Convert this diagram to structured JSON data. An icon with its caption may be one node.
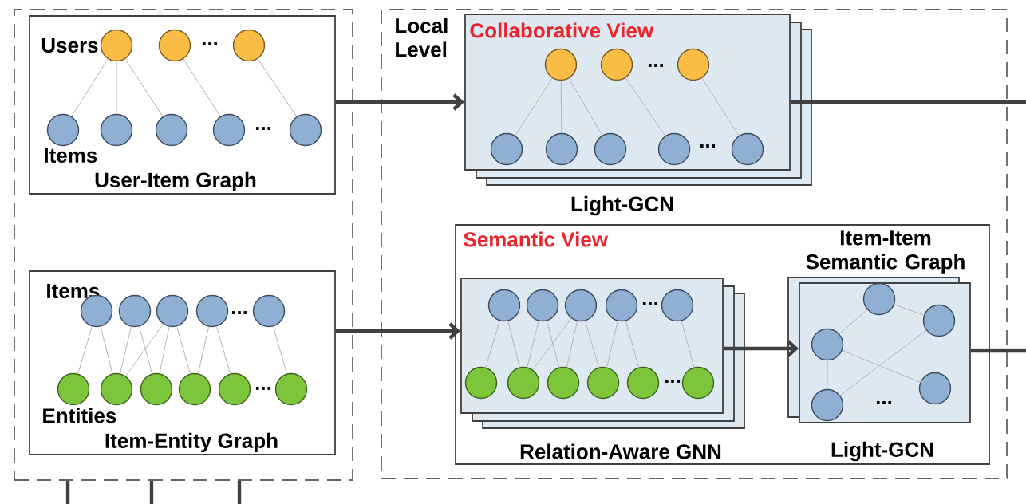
{
  "diagram": {
    "nodes": [
      {
        "text": [],
        "shape": "box"
      },
      {
        "text": [
          "Users",
          "Items",
          "User-Item Graph"
        ],
        "in": 0
      },
      {
        "text": [],
        "shape": "circle",
        "in": 1
      },
      {
        "text": [],
        "shape": "circle",
        "in": 1
      },
      {
        "text": [],
        "shape": "circle",
        "in": 1
      },
      {
        "text": [],
        "shape": "circle",
        "in": 1
      },
      {
        "text": [],
        "shape": "circle",
        "in": 1
      },
      {
        "text": [],
        "shape": "circle",
        "in": 1
      },
      {
        "text": [],
        "shape": "circle",
        "in": 1
      },
      {
        "text": [],
        "shape": "circle",
        "in": 1
      },
      {
        "text": [
          "Items",
          "Entities",
          "Item-Entity Graph"
        ],
        "in": 0
      },
      {
        "text": [],
        "shape": "circle",
        "in": 10
      },
      {
        "text": [],
        "shape": "circle",
        "in": 10
      },
      {
        "text": [],
        "shape": "circle",
        "in": 10
      },
      {
        "text": [],
        "shape": "circle",
        "in": 10
      },
      {
        "text": [],
        "shape": "circle",
        "in": 10
      },
      {
        "text": [],
        "shape": "circle",
        "in": 10
      },
      {
        "text": [],
        "shape": "circle",
        "in": 10
      },
      {
        "text": [],
        "shape": "circle",
        "in": 10
      },
      {
        "text": [],
        "shape": "circle",
        "in": 10
      },
      {
        "text": [],
        "shape": "circle",
        "in": 10
      },
      {
        "text": [],
        "shape": "circle",
        "in": 10
      },
      {
        "text": [
          "Local Level"
        ]
      },
      {
        "text": [
          "Collaborative View"
        ],
        "beside": [
          "Light-GCN"
        ],
        "in": 22
      },
      {
        "text": [],
        "shape": "circle",
        "in": 23
      },
      {
        "text": [],
        "shape": "circle",
        "in": 23
      },
      {
        "text": [],
        "shape": "circle",
        "in": 23
      },
      {
        "text": [],
        "shape": "circle",
        "in": 23
      },
      {
        "text": [],
        "shape": "circle",
        "in": 23
      },
      {
        "text": [],
        "shape": "circle",
        "in": 23
      },
      {
        "text": [],
        "shape": "circle",
        "in": 23
      },
      {
        "text": [],
        "shape": "circle",
        "in": 23
      },
      {
        "text": [
          "Semantic View"
        ],
        "in": 22
      },
      {
        "text": [],
        "shape": "box",
        "beside": [
          "Relation-Aware GNN"
        ],
        "in": 32
      },
      {
        "text": [],
        "shape": "circle",
        "in": 33
      },
      {
        "text": [],
        "shape": "circle",
        "in": 33
      },
      {
        "text": [],
        "shape": "circle",
        "in": 33
      },
      {
        "text": [],
        "shape": "circle",
        "in": 33
      },
      {
        "text": [],
        "shape": "circle",
        "in": 33
      },
      {
        "text": [],
        "shape": "circle",
        "in": 33
      },
      {
        "text": [],
        "shape": "circle",
        "in": 33
      },
      {
        "text": [],
        "shape": "circle",
        "in": 33
      },
      {
        "text": [],
        "shape": "circle",
        "in": 33
      },
      {
        "text": [],
        "shape": "circle",
        "in": 33
      },
      {
        "text": [],
        "shape": "circle",
        "in": 33
      },
      {
        "text": [
          "Item-Item Semantic Graph"
        ],
        "beside": [
          "Light-GCN"
        ],
        "in": 32
      },
      {
        "text": [],
        "shape": "circle",
        "in": 45
      },
      {
        "text": [],
        "shape": "circle",
        "in": 45
      },
      {
        "text": [],
        "shape": "circle",
        "in": 45
      },
      {
        "text": [],
        "shape": "circle",
        "in": 45
      },
      {
        "text": [],
        "shape": "circle",
        "in": 45
      }
    ],
    "edges": [
      {
        "from": 2,
        "to": 5,
        "arrow": "none"
      },
      {
        "from": 2,
        "to": 6,
        "arrow": "none"
      },
      {
        "from": 2,
        "to": 7,
        "arrow": "none"
      },
      {
        "from": 3,
        "to": 8,
        "arrow": "none"
      },
      {
        "from": 4,
        "to": 9,
        "arrow": "none"
      },
      {
        "from": 11,
        "to": 16,
        "arrow": "none"
      },
      {
        "from": 11,
        "to": 17,
        "arrow": "none"
      },
      {
        "from": 12,
        "to": 17,
        "arrow": "none"
      },
      {
        "from": 12,
        "to": 18,
        "arrow": "none"
      },
      {
        "from": 13,
        "to": 17,
        "arrow": "none"
      },
      {
        "from": 13,
        "to": 18,
        "arrow": "none"
      },
      {
        "from": 13,
        "to": 19,
        "arrow": "none"
      },
      {
        "from": 14,
        "to": 19,
        "arrow": "none"
      },
      {
        "from": 14,
        "to": 20,
        "arrow": "none"
      },
      {
        "from": 15,
        "to": 21,
        "arrow": "none"
      },
      {
        "from": 24,
        "to": 27,
        "arrow": "none"
      },
      {
        "from": 24,
        "to": 28,
        "arrow": "none"
      },
      {
        "from": 24,
        "to": 29,
        "arrow": "none"
      },
      {
        "from": 25,
        "to": 30,
        "arrow": "none"
      },
      {
        "from": 26,
        "to": 31,
        "arrow": "none"
      },
      {
        "from": 34,
        "to": 39,
        "arrow": "none"
      },
      {
        "from": 34,
        "to": 40,
        "arrow": "none"
      },
      {
        "from": 35,
        "to": 40,
        "arrow": "none"
      },
      {
        "from": 35,
        "to": 41,
        "arrow": "none"
      },
      {
        "from": 36,
        "to": 40,
        "arrow": "none"
      },
      {
        "from": 36,
        "to": 41,
        "arrow": "none"
      },
      {
        "from": 36,
        "to": 42,
        "arrow": "none"
      },
      {
        "from": 37,
        "to": 42,
        "arrow": "none"
      },
      {
        "from": 37,
        "to": 43,
        "arrow": "none"
      },
      {
        "from": 38,
        "to": 44,
        "arrow": "none"
      },
      {
        "from": 46,
        "to": 47,
        "arrow": "none"
      },
      {
        "from": 46,
        "to": 48,
        "arrow": "none"
      },
      {
        "from": 48,
        "to": 49,
        "arrow": "none"
      },
      {
        "from": 48,
        "to": 50,
        "arrow": "none"
      },
      {
        "from": 49,
        "to": 47,
        "arrow": "none"
      },
      {
        "from": 1,
        "to": 23,
        "arrow": "to",
        "style": "thick",
        "color": "#404040"
      },
      {
        "from": 10,
        "to": 33,
        "arrow": "to",
        "style": "thick",
        "color": "#404040"
      },
      {
        "from": 33,
        "to": 45,
        "arrow": "to",
        "style": "thick",
        "color": "#404040"
      },
      {
        "from": 23,
        "to": null,
        "arrow": "none",
        "style": "thick",
        "color": "#404040"
      },
      {
        "from": 45,
        "to": null,
        "arrow": "none",
        "style": "thick",
        "color": "#404040"
      },
      {
        "from": 0,
        "to": null,
        "arrow": "none",
        "style": "thick",
        "color": "#404040"
      },
      {
        "from": 0,
        "to": null,
        "arrow": "none",
        "style": "thick",
        "color": "#404040"
      },
      {
        "from": 0,
        "to": null,
        "arrow": "none",
        "style": "thick",
        "color": "#404040"
      }
    ],
    "labels": [
      "...",
      "...",
      "...",
      "...",
      "...",
      "...",
      "...",
      "...",
      "..."
    ]
  }
}
